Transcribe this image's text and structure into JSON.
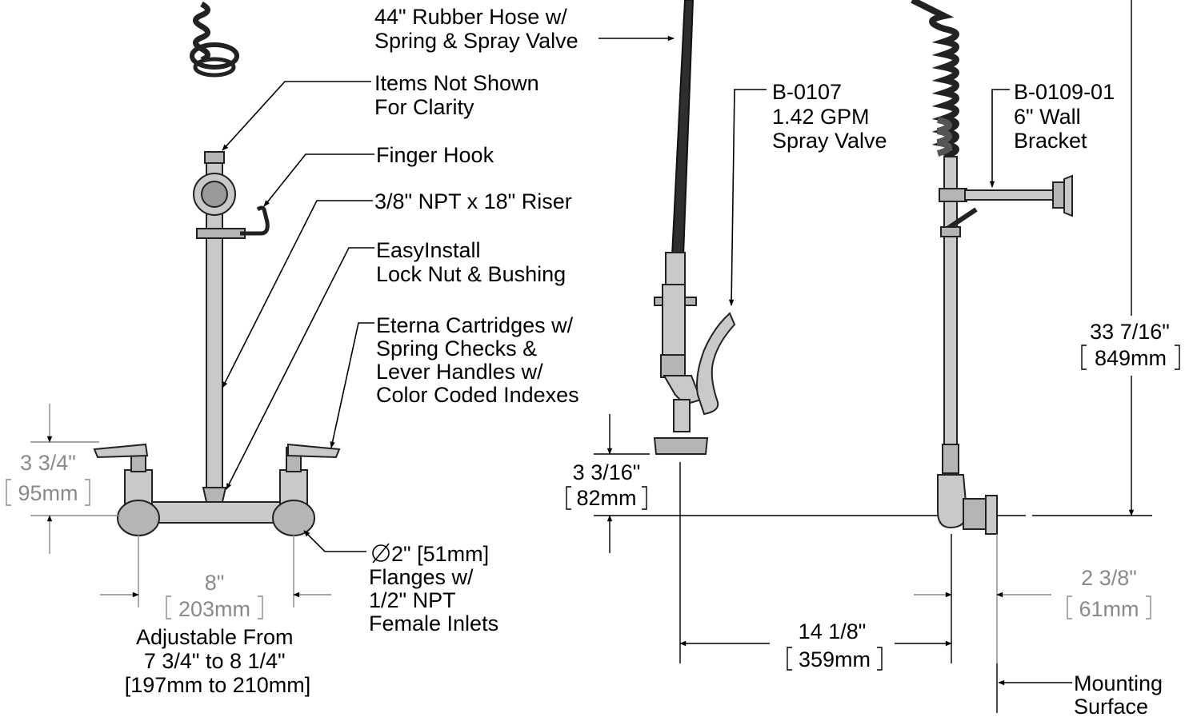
{
  "colors": {
    "callout": "#000000",
    "dimension_gray": "#8a8a8a",
    "metal": "#c9c9c9",
    "hose": "#2e2e2e"
  },
  "callouts": {
    "rubber_hose": [
      "44\" Rubber Hose w/",
      "Spring & Spray Valve"
    ],
    "items_not_shown": [
      "Items Not Shown",
      "For Clarity"
    ],
    "finger_hook": [
      "Finger Hook"
    ],
    "riser": [
      "3/8\" NPT x 18\" Riser"
    ],
    "easyinstall": [
      "EasyInstall",
      "Lock Nut & Bushing"
    ],
    "cartridges": [
      "Eterna Cartridges w/",
      "Spring Checks &",
      "Lever Handles w/",
      "Color Coded Indexes"
    ],
    "flanges": [
      "2\" [51mm]",
      "Flanges w/",
      "1/2\" NPT",
      "Female Inlets"
    ],
    "spray_valve": [
      "B-0107",
      "1.42 GPM",
      "Spray Valve"
    ],
    "wall_bracket": [
      "B-0109-01",
      "6\" Wall",
      "Bracket"
    ],
    "mounting_surface": [
      "Mounting",
      "Surface"
    ]
  },
  "dimensions": {
    "handle_height": {
      "imperial": "3 3/4\"",
      "metric": "95mm"
    },
    "centers": {
      "imperial": "8\"",
      "metric": "203mm"
    },
    "adjustable": [
      "Adjustable From",
      "7 3/4\" to 8 1/4\"",
      "[197mm to 210mm]"
    ],
    "spray_height": {
      "imperial": "3 3/16\"",
      "metric": "82mm"
    },
    "overall_height": {
      "imperial": "33 7/16\"",
      "metric": "849mm"
    },
    "reach": {
      "imperial": "14 1/8\"",
      "metric": "359mm"
    },
    "wall_offset": {
      "imperial": "2 3/8\"",
      "metric": "61mm"
    }
  }
}
